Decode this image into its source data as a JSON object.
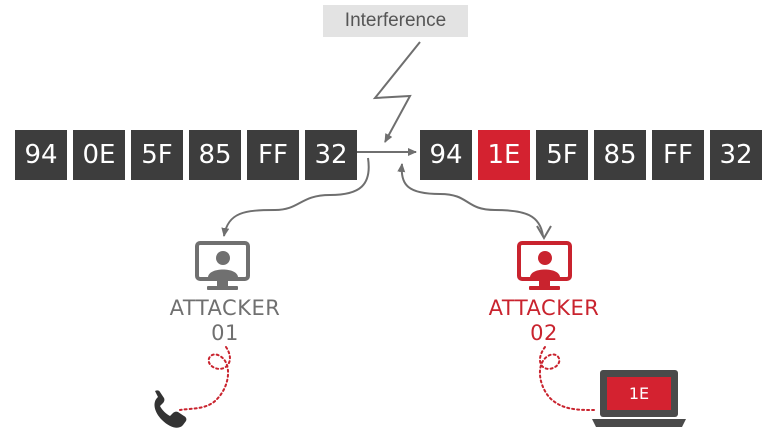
{
  "interference_label": "Interference",
  "original_bytes": [
    "94",
    "0E",
    "5F",
    "85",
    "FF",
    "32"
  ],
  "received_bytes": [
    "94",
    "1E",
    "5F",
    "85",
    "FF",
    "32"
  ],
  "changed_byte_index": 1,
  "attackers": [
    {
      "name": "ATTACKER",
      "number": "01",
      "device": "phone-icon",
      "color": "#707070"
    },
    {
      "name": "ATTACKER",
      "number": "02",
      "device": "laptop-icon",
      "color": "#c9232e"
    }
  ],
  "laptop_screen_text": "1E",
  "colors": {
    "byte_box": "#3d3d3d",
    "highlight": "#d42230",
    "arrow": "#6f6f6f",
    "banner_bg": "#e3e3e3"
  }
}
